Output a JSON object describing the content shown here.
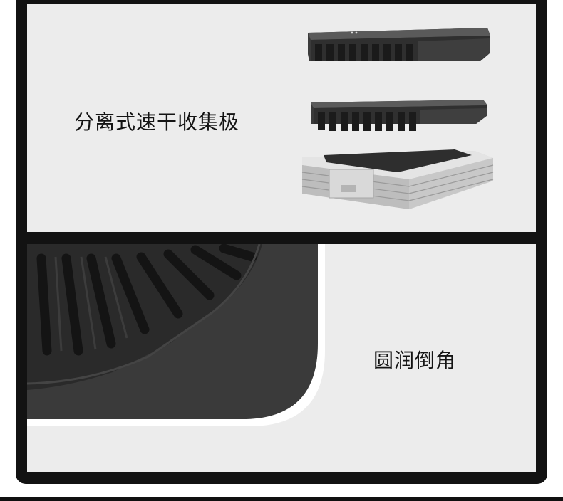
{
  "sections": [
    {
      "id": "separated-collector",
      "caption": "分离式速干收集极",
      "illustration_icon": "stacked-filter-plates"
    },
    {
      "id": "rounded-corner",
      "caption": "圆润倒角",
      "illustration_icon": "rounded-grille-corner"
    }
  ],
  "colors": {
    "frame": "#121212",
    "panel": "#ececec",
    "plate_dark": "#3a3a3a",
    "plate_light": "#d6d6d6",
    "caption": "#141414"
  }
}
